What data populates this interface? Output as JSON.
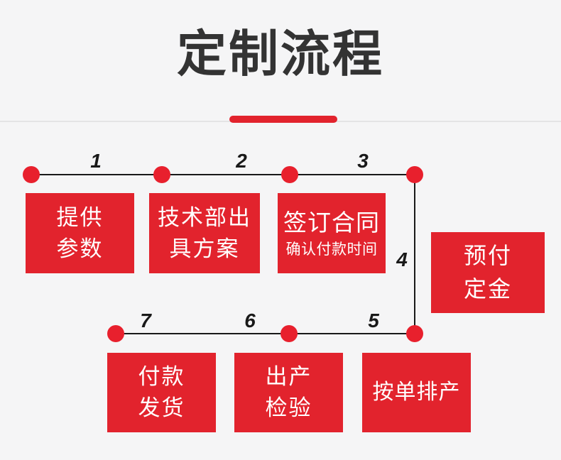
{
  "page": {
    "title": "定制流程"
  },
  "flow": {
    "steps": [
      "1",
      "2",
      "3",
      "4",
      "5",
      "6",
      "7"
    ],
    "boxes": [
      {
        "name": "provide-parameters",
        "line1": "提供",
        "line2": "参数"
      },
      {
        "name": "tech-department-plan",
        "line1": "技术部出",
        "line2": "具方案"
      },
      {
        "name": "sign-contract",
        "line1": "签订合同",
        "line2": "确认付款时间"
      },
      {
        "name": "prepay-deposit",
        "line1": "预付",
        "line2": "定金"
      },
      {
        "name": "payment-shipping",
        "line1": "付款",
        "line2": "发货"
      },
      {
        "name": "production-inspection",
        "line1": "出产",
        "line2": "检验"
      },
      {
        "name": "schedule-production",
        "line1": "按单排产",
        "line2": ""
      }
    ]
  },
  "colors": {
    "accent_red": "#e2232d",
    "dot_red": "#e8202d",
    "line_black": "#191919",
    "title_color": "#333333",
    "background": "#f5f5f6",
    "divider": "#e4e4e5",
    "box_text": "#ffffff"
  }
}
